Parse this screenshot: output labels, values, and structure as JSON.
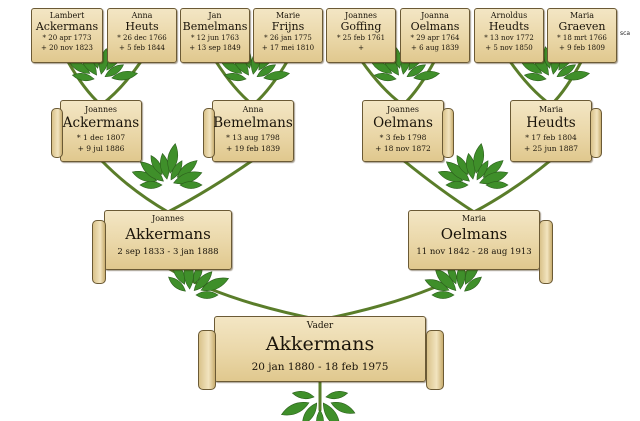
{
  "corner_label": "sca",
  "generation4": [
    {
      "first": "Lambert",
      "last": "Ackermans",
      "born": "* 20 apr 1773",
      "died": "+ 20 nov 1823"
    },
    {
      "first": "Anna",
      "last": "Heuts",
      "born": "* 26 dec 1766",
      "died": "+ 5 feb 1844"
    },
    {
      "first": "Jan",
      "last": "Bemelmans",
      "born": "* 12 jun 1763",
      "died": "+ 13 sep 1849"
    },
    {
      "first": "Marie",
      "last": "Frijns",
      "born": "* 26 jan 1775",
      "died": "+ 17 mei 1810"
    },
    {
      "first": "Joannes",
      "last": "Goffing",
      "born": "* 25 feb 1761",
      "died": "+"
    },
    {
      "first": "Joanna",
      "last": "Oelmans",
      "born": "* 29 apr 1764",
      "died": "+ 6 aug 1839"
    },
    {
      "first": "Arnoldus",
      "last": "Heudts",
      "born": "* 13 nov 1772",
      "died": "+ 5 nov 1850"
    },
    {
      "first": "Maria",
      "last": "Graeven",
      "born": "* 18 mrt 1766",
      "died": "+ 9 feb 1809"
    }
  ],
  "generation3": [
    {
      "first": "Joannes",
      "last": "Ackermans",
      "born": "* 1 dec 1807",
      "died": "+ 9 jul 1886"
    },
    {
      "first": "Anna",
      "last": "Bemelmans",
      "born": "* 13 aug 1798",
      "died": "+ 19 feb 1839"
    },
    {
      "first": "Joannes",
      "last": "Oelmans",
      "born": "* 3 feb 1798",
      "died": "+ 18 nov 1872"
    },
    {
      "first": "Maria",
      "last": "Heudts",
      "born": "* 17 feb 1804",
      "died": "+ 25 jun 1887"
    }
  ],
  "generation2": [
    {
      "first": "Joannes",
      "last": "Akkermans",
      "dates": "2 sep 1833 - 3 jan 1888"
    },
    {
      "first": "Maria",
      "last": "Oelmans",
      "dates": "11 nov 1842 - 28 aug 1913"
    }
  ],
  "root": {
    "first": "Vader",
    "last": "Akkermans",
    "dates": "20 jan 1880 - 18 feb 1975"
  },
  "colors": {
    "leaf": "#3f8f2a",
    "leaf_light": "#7cc34e",
    "branch": "#5a7d2a",
    "paper": "#efe0b6",
    "ink": "#1a140a"
  }
}
